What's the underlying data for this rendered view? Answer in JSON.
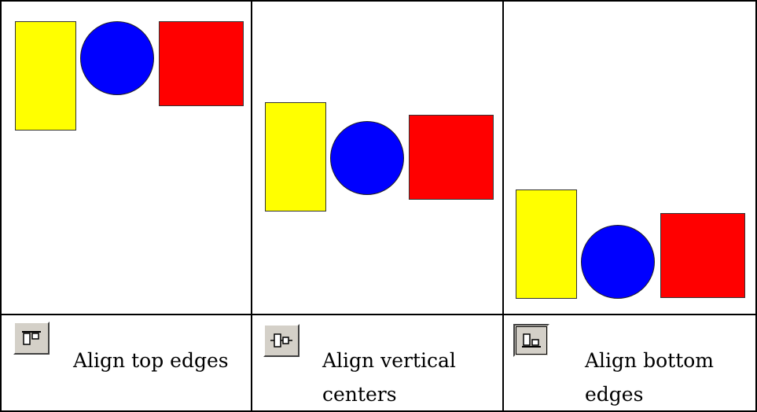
{
  "colors": {
    "rectangle": "#ffff00",
    "circle": "#0000ff",
    "square": "#ff0000",
    "button_face": "#d4d0c8"
  },
  "panels": [
    {
      "button_icon": "align-top-icon",
      "label": "Align top edges"
    },
    {
      "button_icon": "align-vertical-centers-icon",
      "label_line1": "Align vertical",
      "label_line2": "centers"
    },
    {
      "button_icon": "align-bottom-icon",
      "label_line1": "Align bottom",
      "label_line2": "edges"
    }
  ]
}
